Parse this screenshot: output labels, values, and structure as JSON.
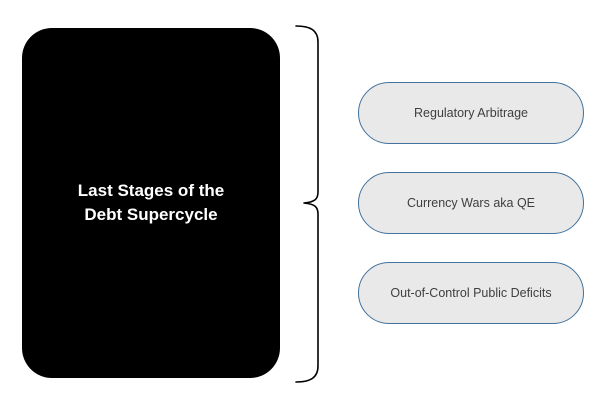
{
  "diagram": {
    "main_box": {
      "label": "Last Stages of the\nDebt Supercycle"
    },
    "items": [
      {
        "label": "Regulatory Arbitrage"
      },
      {
        "label": "Currency Wars aka QE"
      },
      {
        "label": "Out-of-Control Public Deficits"
      }
    ],
    "colors": {
      "box_fill": "#000000",
      "box_text": "#ffffff",
      "pill_fill": "#e9e9e9",
      "pill_border": "#41719c",
      "pill_text": "#3f3f3f",
      "brace": "#000000"
    }
  }
}
